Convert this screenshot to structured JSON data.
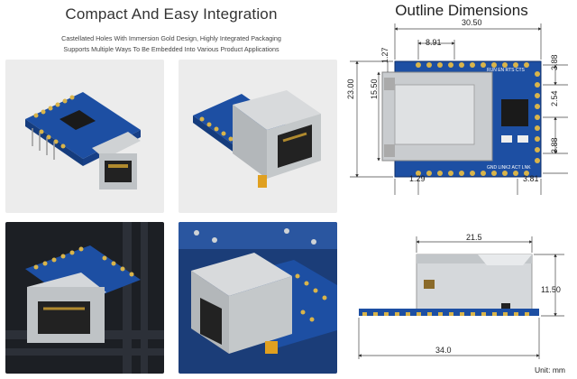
{
  "left_panel": {
    "title": "Compact And Easy Integration",
    "subtitle_line1": "Castellated Holes With Immersion Gold Design, Highly Integrated Packaging",
    "subtitle_line2": "Supports Multiple Ways To Be Embedded Into Various Product Applications"
  },
  "right_panel": {
    "title": "Outline Dimensions",
    "top_view": {
      "dims": {
        "width_total": "30.50",
        "hole_offset": "8.91",
        "height_total": "23.00",
        "jack_height": "15.50",
        "top_margin": "1.27",
        "left_margin": "1.29",
        "right_margin": "3.81",
        "right_top": "3.88",
        "right_mid": "2.54",
        "right_bottom": "3.88"
      },
      "board_labels": {
        "top_row": "RUN EN RTS CTS",
        "bottom_row": "GND LINK2 ACT LNK"
      }
    },
    "side_view": {
      "dims": {
        "jack_length": "21.5",
        "jack_height": "11.50",
        "board_length": "34.0"
      }
    },
    "unit_label": "Unit: mm"
  },
  "icons": {
    "arrow": "dimension-arrow-icon"
  }
}
